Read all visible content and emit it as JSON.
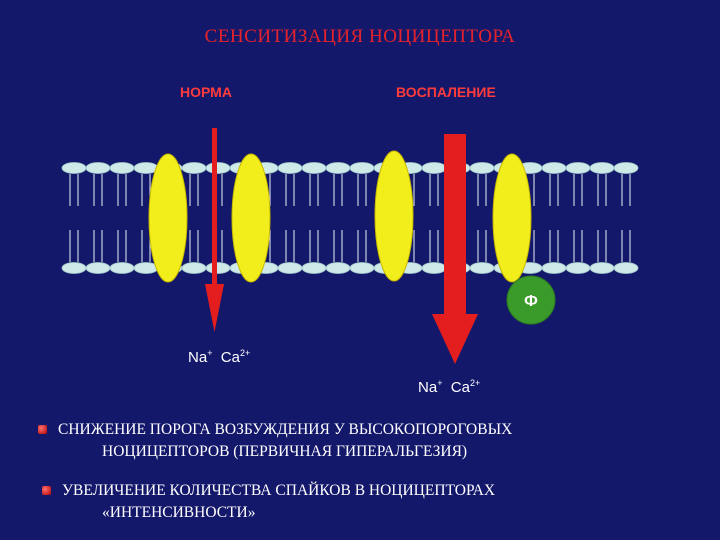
{
  "title": "СЕНСИТИЗАЦИЯ НОЦИЦЕПТОРА",
  "labels": {
    "norm": "НОРМА",
    "inflammation": "ВОСПАЛЕНИЕ",
    "phi": "Ф"
  },
  "ions_left": {
    "na": "Na",
    "na_charge": "+",
    "ca": "Ca",
    "ca_charge": "2+"
  },
  "ions_right": {
    "na": "Na",
    "na_charge": "+",
    "ca": "Ca",
    "ca_charge": "2+"
  },
  "bullets": [
    {
      "line1": "СНИЖЕНИЕ ПОРОГА ВОЗБУЖДЕНИЯ У ВЫСОКОПОРОГОВЫХ",
      "line2": "НОЦИЦЕПТОРОВ  (ПЕРВИЧНАЯ ГИПЕРАЛЬГЕЗИЯ)"
    },
    {
      "line1": "УВЕЛИЧЕНИЕ  КОЛИЧЕСТВА  СПАЙКОВ  В  НОЦИЦЕПТОРАХ",
      "line2": "«ИНТЕНСИВНОСТИ»"
    }
  ],
  "colors": {
    "background": "#14186b",
    "title": "#e8222a",
    "channel": "#f2ee1c",
    "arrow": "#e41e1e",
    "lipid_head": "#cfe8e8",
    "phi_circle": "#3a9a2a"
  }
}
